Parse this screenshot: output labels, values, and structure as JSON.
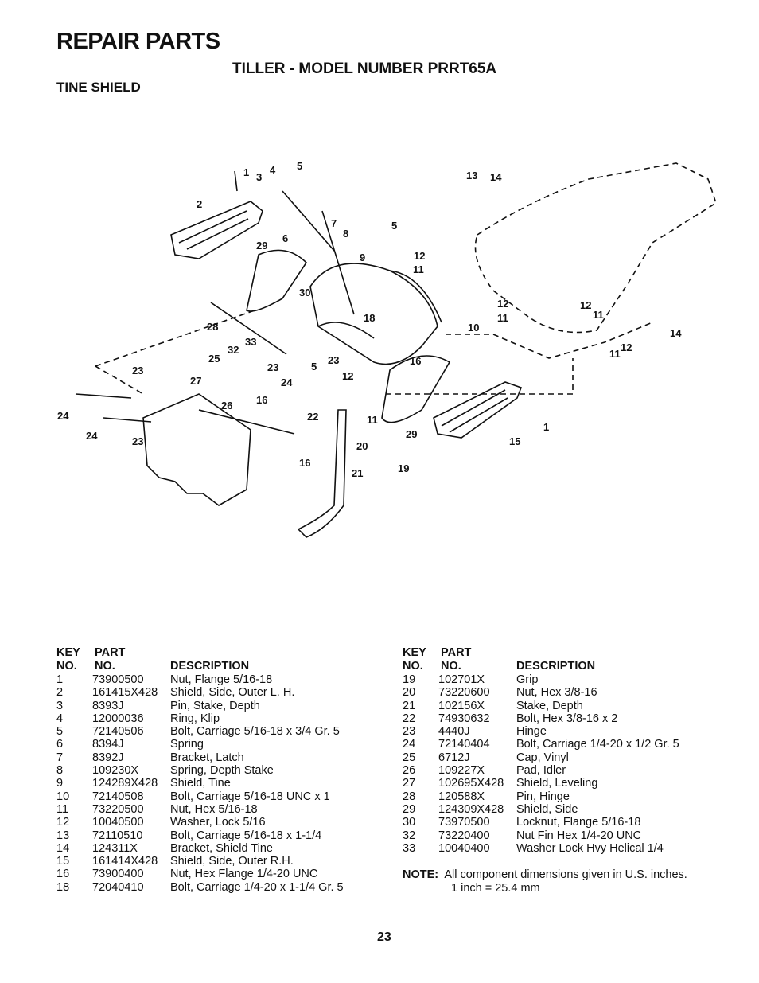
{
  "header": {
    "title": "REPAIR PARTS",
    "subtitle": "TILLER - MODEL NUMBER PRRT65A",
    "section": "TINE SHIELD"
  },
  "diagram": {
    "callouts": [
      "1",
      "3",
      "4",
      "5",
      "2",
      "13",
      "14",
      "7",
      "8",
      "5",
      "6",
      "29",
      "9",
      "12",
      "11",
      "30",
      "18",
      "28",
      "12",
      "11",
      "12",
      "11",
      "10",
      "33",
      "32",
      "25",
      "23",
      "5",
      "23",
      "16",
      "14",
      "11",
      "12",
      "23",
      "27",
      "24",
      "12",
      "26",
      "16",
      "22",
      "24",
      "11",
      "24",
      "29",
      "15",
      "1",
      "23",
      "16",
      "20",
      "21",
      "19"
    ]
  },
  "parts_left": {
    "header_key": "KEY",
    "header_no": "NO.",
    "header_part": "PART",
    "header_partno": "NO.",
    "header_desc": "DESCRIPTION",
    "rows": [
      {
        "key": "1",
        "part": "73900500",
        "desc": "Nut, Flange  5/16-18"
      },
      {
        "key": "2",
        "part": "161415X428",
        "desc": "Shield, Side, Outer L. H."
      },
      {
        "key": "3",
        "part": "8393J",
        "desc": "Pin, Stake, Depth"
      },
      {
        "key": "4",
        "part": "12000036",
        "desc": "Ring, Klip"
      },
      {
        "key": "5",
        "part": "72140506",
        "desc": "Bolt, Carriage  5/16-18 x 3/4 Gr. 5"
      },
      {
        "key": "6",
        "part": "8394J",
        "desc": "Spring"
      },
      {
        "key": "7",
        "part": "8392J",
        "desc": "Bracket, Latch"
      },
      {
        "key": "8",
        "part": "109230X",
        "desc": "Spring, Depth Stake"
      },
      {
        "key": "9",
        "part": "124289X428",
        "desc": "Shield, Tine"
      },
      {
        "key": "10",
        "part": "72140508",
        "desc": "Bolt, Carriage 5/16-18 UNC x 1"
      },
      {
        "key": "11",
        "part": "73220500",
        "desc": "Nut, Hex  5/16-18"
      },
      {
        "key": "12",
        "part": "10040500",
        "desc": "Washer, Lock  5/16"
      },
      {
        "key": "13",
        "part": "72110510",
        "desc": "Bolt, Carriage  5/16-18 x 1-1/4"
      },
      {
        "key": "14",
        "part": "124311X",
        "desc": "Bracket, Shield Tine"
      },
      {
        "key": "15",
        "part": "161414X428",
        "desc": "Shield, Side, Outer R.H."
      },
      {
        "key": "16",
        "part": "73900400",
        "desc": "Nut, Hex Flange 1/4-20 UNC"
      },
      {
        "key": "18",
        "part": "72040410",
        "desc": "Bolt, Carriage  1/4-20 x 1-1/4 Gr. 5"
      }
    ]
  },
  "parts_right": {
    "header_key": "KEY",
    "header_no": "NO.",
    "header_part": "PART",
    "header_partno": "NO.",
    "header_desc": "DESCRIPTION",
    "rows": [
      {
        "key": "19",
        "part": "102701X",
        "desc": "Grip"
      },
      {
        "key": "20",
        "part": "73220600",
        "desc": "Nut, Hex  3/8-16"
      },
      {
        "key": "21",
        "part": "102156X",
        "desc": "Stake, Depth"
      },
      {
        "key": "22",
        "part": "74930632",
        "desc": "Bolt, Hex  3/8-16 x 2"
      },
      {
        "key": "23",
        "part": "4440J",
        "desc": "Hinge"
      },
      {
        "key": "24",
        "part": "72140404",
        "desc": "Bolt, Carriage  1/4-20 x 1/2 Gr. 5"
      },
      {
        "key": "25",
        "part": "6712J",
        "desc": "Cap, Vinyl"
      },
      {
        "key": "26",
        "part": "109227X",
        "desc": "Pad, Idler"
      },
      {
        "key": "27",
        "part": "102695X428",
        "desc": "Shield, Leveling"
      },
      {
        "key": "28",
        "part": "120588X",
        "desc": "Pin, Hinge"
      },
      {
        "key": "29",
        "part": "124309X428",
        "desc": "Shield, Side"
      },
      {
        "key": "30",
        "part": "73970500",
        "desc": "Locknut, Flange  5/16-18"
      },
      {
        "key": "32",
        "part": "73220400",
        "desc": "Nut Fin Hex 1/4-20 UNC"
      },
      {
        "key": "33",
        "part": "10040400",
        "desc": "Washer Lock Hvy Helical 1/4"
      }
    ]
  },
  "note": {
    "label": "NOTE:",
    "line1": "All component dimensions given in U.S. inches.",
    "line2": "1 inch = 25.4 mm"
  },
  "footer": {
    "page_number": "23"
  }
}
